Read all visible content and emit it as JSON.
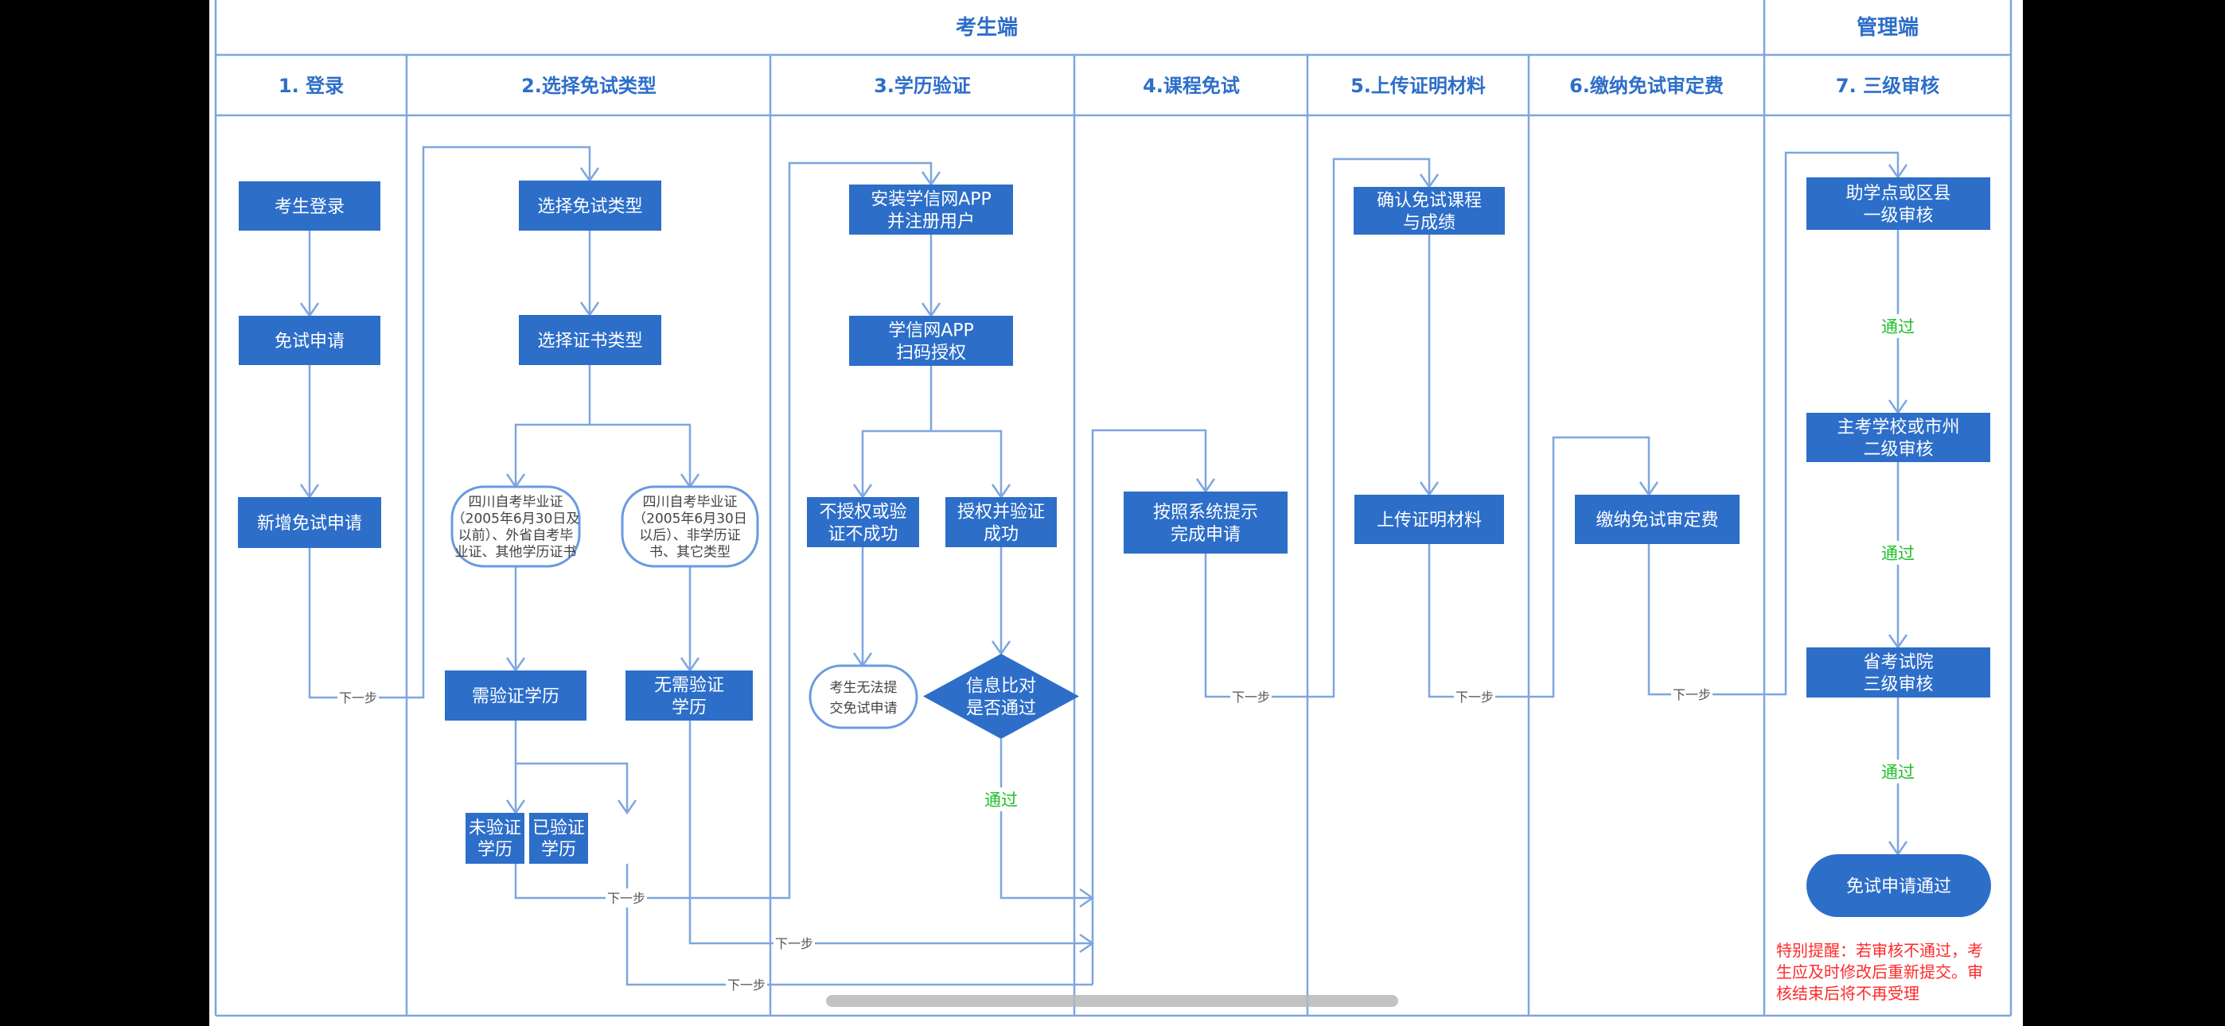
{
  "swimlanes": {
    "groups": [
      {
        "id": "student",
        "label": "考生端"
      },
      {
        "id": "admin",
        "label": "管理端"
      }
    ],
    "columns": [
      {
        "id": "c1",
        "label": "1. 登录"
      },
      {
        "id": "c2",
        "label": "2.选择免试类型"
      },
      {
        "id": "c3",
        "label": "3.学历验证"
      },
      {
        "id": "c4",
        "label": "4.课程免试"
      },
      {
        "id": "c5",
        "label": "5.上传证明材料"
      },
      {
        "id": "c6",
        "label": "6.缴纳免试审定费"
      },
      {
        "id": "c7",
        "label": "7. 三级审核"
      }
    ]
  },
  "nodes": {
    "login": {
      "lines": [
        "考生登录"
      ],
      "shape": "process"
    },
    "apply": {
      "lines": [
        "免试申请"
      ],
      "shape": "process"
    },
    "new_apply": {
      "lines": [
        "新增免试申请"
      ],
      "shape": "process"
    },
    "select_type": {
      "lines": [
        "选择免试类型"
      ],
      "shape": "process"
    },
    "select_cert": {
      "lines": [
        "选择证书类型"
      ],
      "shape": "process"
    },
    "cert_a": {
      "lines": [
        "四川自考毕业证",
        "（2005年6月30日及",
        "以前）、外省自考毕",
        "业证、其他学历证书"
      ],
      "shape": "terminal"
    },
    "cert_b": {
      "lines": [
        "四川自考毕业证",
        "（2005年6月30日",
        "以后）、非学历证",
        "书、其它类型"
      ],
      "shape": "terminal"
    },
    "need_verify": {
      "lines": [
        "需验证学历"
      ],
      "shape": "process"
    },
    "no_verify": {
      "lines": [
        "无需验证",
        "学历"
      ],
      "shape": "process"
    },
    "unverified": {
      "lines": [
        "未验证",
        "学历"
      ],
      "shape": "process"
    },
    "verified": {
      "lines": [
        "已验证",
        "学历"
      ],
      "shape": "process"
    },
    "install_app": {
      "lines": [
        "安装学信网APP",
        "并注册用户"
      ],
      "shape": "process"
    },
    "scan_auth": {
      "lines": [
        "学信网APP",
        "扫码授权"
      ],
      "shape": "process"
    },
    "auth_fail": {
      "lines": [
        "不授权或验",
        "证不成功"
      ],
      "shape": "process"
    },
    "auth_ok": {
      "lines": [
        "授权并验证",
        "成功"
      ],
      "shape": "process"
    },
    "cannot_submit": {
      "lines": [
        "考生无法提",
        "交免试申请"
      ],
      "shape": "terminal"
    },
    "info_check": {
      "lines": [
        "信息比对",
        "是否通过"
      ],
      "shape": "decision"
    },
    "complete_apply": {
      "lines": [
        "按照系统提示",
        "完成申请"
      ],
      "shape": "process"
    },
    "confirm_course": {
      "lines": [
        "确认免试课程",
        "与成绩"
      ],
      "shape": "process"
    },
    "upload": {
      "lines": [
        "上传证明材料"
      ],
      "shape": "process"
    },
    "pay_fee": {
      "lines": [
        "缴纳免试审定费"
      ],
      "shape": "process"
    },
    "review1": {
      "lines": [
        "助学点或区县",
        "一级审核"
      ],
      "shape": "process"
    },
    "review2": {
      "lines": [
        "主考学校或市州",
        "二级审核"
      ],
      "shape": "process"
    },
    "review3": {
      "lines": [
        "省考试院",
        "三级审核"
      ],
      "shape": "process"
    },
    "approved": {
      "lines": [
        "免试申请通过"
      ],
      "shape": "terminal-filled"
    }
  },
  "edge_labels": {
    "next_step": "下一步",
    "pass": "通过"
  },
  "notice": {
    "lines": [
      "特别提醒：若审核不通过，考",
      "生应及时修改后重新提交。审",
      "核结束后将不再受理"
    ],
    "color": "#ff2a2a"
  },
  "colors": {
    "box_fill": "#2d6ec9",
    "line": "#7ea6e0",
    "header_text": "#2d6ec9",
    "pass_text": "#1fbf2a"
  }
}
